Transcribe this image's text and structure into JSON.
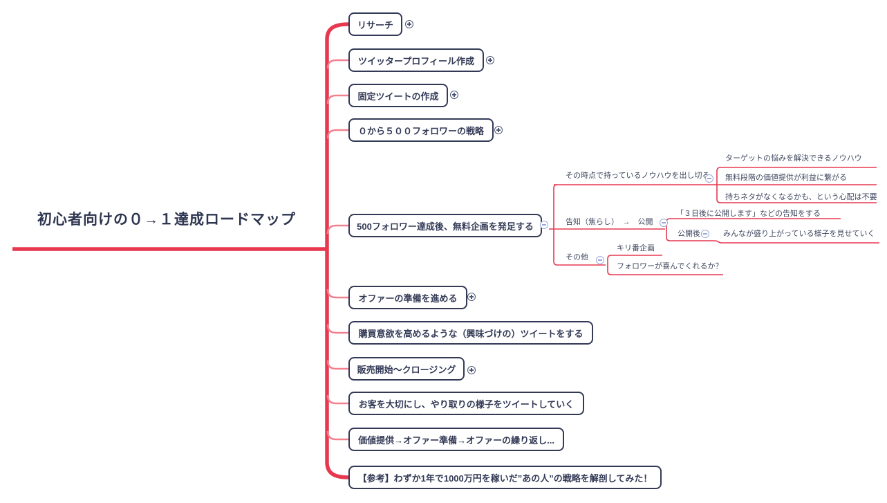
{
  "root": {
    "label": "初心者向けの０→１達成ロードマップ"
  },
  "level1": [
    {
      "label": "リサーチ"
    },
    {
      "label": "ツイッタープロフィール作成"
    },
    {
      "label": "固定ツイートの作成"
    },
    {
      "label": "０から５００フォロワーの戦略"
    },
    {
      "label": "500フォロワー達成後、無料企画を発足する"
    },
    {
      "label": "オファーの準備を進める"
    },
    {
      "label": "購買意欲を高めるような（興味づけの）ツイートをする"
    },
    {
      "label": "販売開始〜クロージング"
    },
    {
      "label": "お客を大切にし、やり取りの様子をツイートしていく"
    },
    {
      "label": "価値提供→オファー準備→オファーの繰り返し..."
    },
    {
      "label": "【参考】わずか1年で1000万円を稼いだ”あの人”の戦略を解剖してみた！"
    }
  ],
  "level2": {
    "nouhau": {
      "label": "その時点で持っているノウハウを出し切る",
      "children": [
        "ターゲットの悩みを解決できるノウハウ",
        "無料段階の価値提供が利益に繋がる",
        "持ちネタがなくなるかも、という心配は不要"
      ]
    },
    "kokuchi": {
      "label": "告知（焦らし）　→　公開",
      "children": [
        "「３日後に公開します」などの告知をする"
      ],
      "after_release": {
        "label": "公開後",
        "children": [
          "みんなが盛り上がっている様子を見せていく"
        ]
      }
    },
    "sonota": {
      "label": "その他",
      "children": [
        "キリ番企画",
        "フォロワーが喜んでくれるか？"
      ]
    }
  },
  "icons": {
    "expand": "plus-circle",
    "collapse": "minus-circle"
  },
  "colors": {
    "branch_red": "#e73850",
    "connector_pink": "#f2808e",
    "node_border": "#333a56",
    "node_text": "#333a56",
    "sub_text": "#40485f",
    "root_text": "#2e3650",
    "expand_icon": "#4e5874",
    "collapse_icon": "#9aa8da",
    "background": "#ffffff"
  }
}
